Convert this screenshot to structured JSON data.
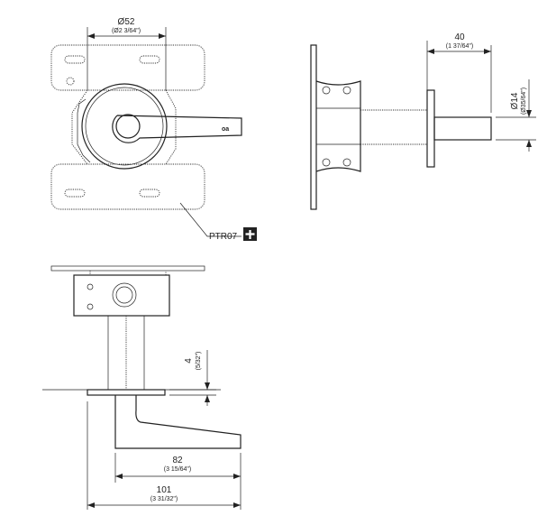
{
  "front_view": {
    "diameter_dim": {
      "value": "Ø52",
      "imperial": "(Ø2 3/64\")"
    },
    "logo": "oa",
    "callout": {
      "label": "PTR07",
      "icon": "plus-icon"
    }
  },
  "side_view": {
    "length_dim": {
      "value": "40",
      "imperial": "(1 37/64\")"
    },
    "shaft_dim": {
      "value": "Ø14",
      "imperial": "(Ø35/64\")"
    }
  },
  "bottom_view": {
    "rose_thickness_dim": {
      "value": "4",
      "imperial": "(5/32\")"
    },
    "lever_dim": {
      "value": "82",
      "imperial": "(3 15/64\")"
    },
    "total_dim": {
      "value": "101",
      "imperial": "(3 31/32\")"
    }
  }
}
